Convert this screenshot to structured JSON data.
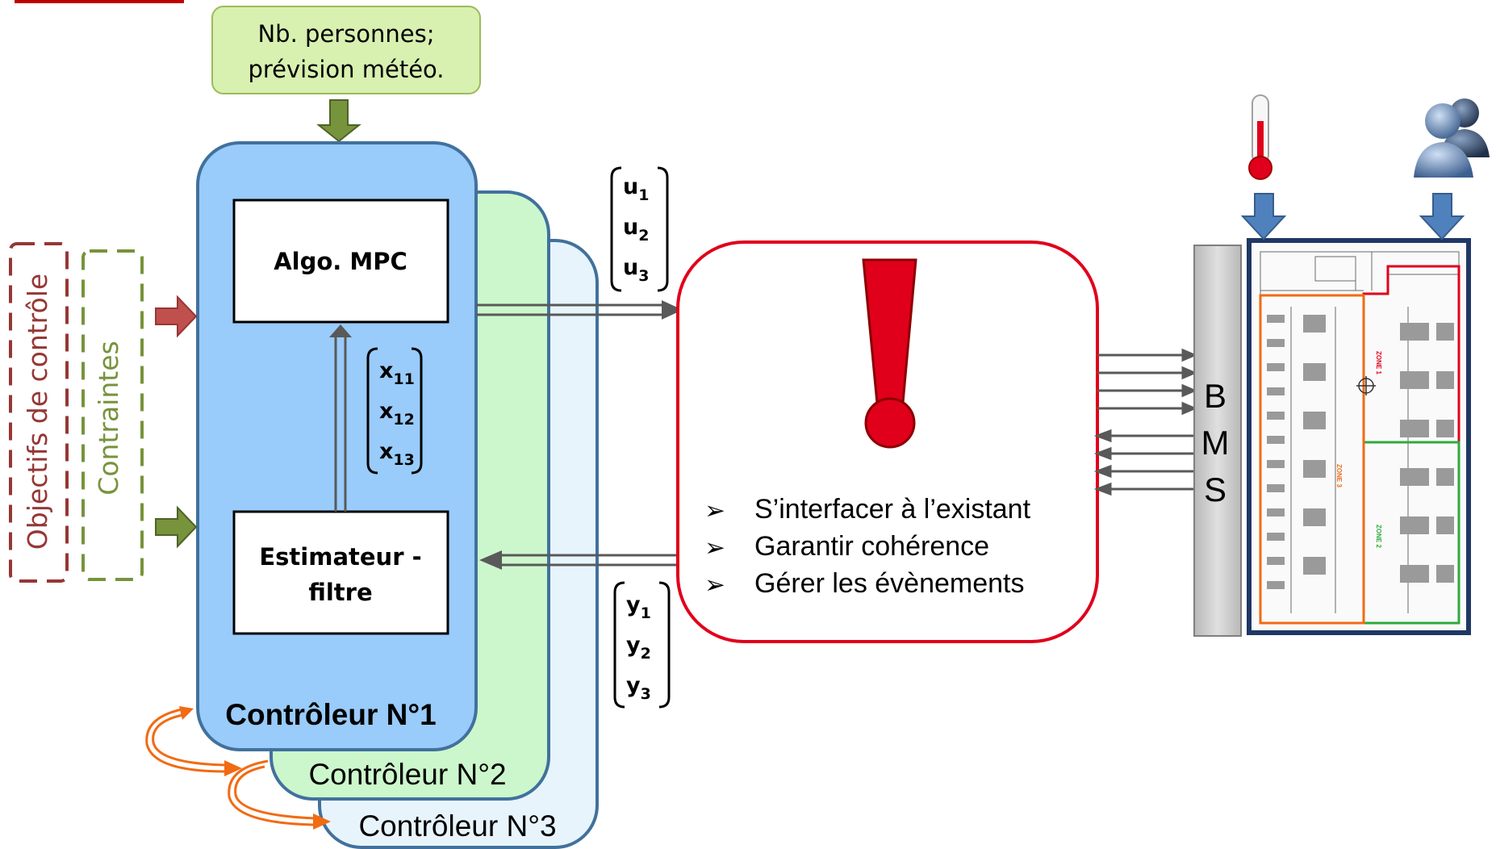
{
  "top_input": {
    "line1": "Nb. personnes;",
    "line2": "prévision météo."
  },
  "left_labels": {
    "objectives": "Objectifs de contrôle",
    "constraints": "Contraintes"
  },
  "controllers": {
    "c1": "Contrôleur N°1",
    "c2": "Contrôleur N°2",
    "c3": "Contrôleur N°3"
  },
  "blocks": {
    "mpc": "Algo. MPC",
    "estimator_line1": "Estimateur -",
    "estimator_line2": "filtre"
  },
  "state_vector": [
    {
      "base": "x",
      "sub": "11"
    },
    {
      "base": "x",
      "sub": "12"
    },
    {
      "base": "x",
      "sub": "13"
    }
  ],
  "command_vector": [
    {
      "base": "u",
      "sub": "1"
    },
    {
      "base": "u",
      "sub": "2"
    },
    {
      "base": "u",
      "sub": "3"
    }
  ],
  "output_vector": [
    {
      "base": "y",
      "sub": "1"
    },
    {
      "base": "y",
      "sub": "2"
    },
    {
      "base": "y",
      "sub": "3"
    }
  ],
  "supervisor": {
    "bullet": "➢",
    "items": [
      "S’interfacer à l’existant",
      "Garantir cohérence",
      "Gérer les évènements"
    ]
  },
  "bms": {
    "letters": [
      "B",
      "M",
      "S"
    ]
  },
  "floorplan": {
    "zones": [
      "ZONE 1",
      "ZONE 2",
      "ZONE 3"
    ]
  },
  "icons": {
    "sensor": "thermometer-icon",
    "occupancy": "people-icon",
    "warning": "exclamation-icon"
  },
  "colors": {
    "controller1": "#99cbfb",
    "controller2": "#ccf7cc",
    "controller3": "#e8f4fc",
    "border_blue": "#41719c",
    "supervisor_red": "#e0001b",
    "dark_red": "#953735",
    "olive_green": "#77933c",
    "orange": "#f26a12",
    "bms_gray": "#c8c8c8"
  }
}
